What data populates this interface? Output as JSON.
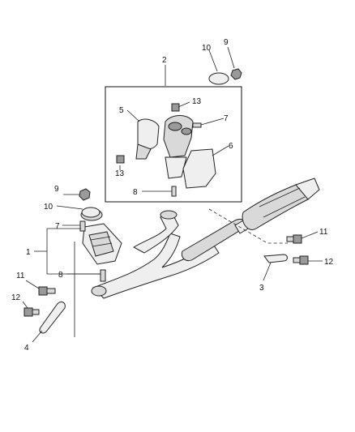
{
  "callouts": {
    "c2": "2",
    "c10_top": "10",
    "c9_top": "9",
    "c5": "5",
    "c13_top": "13",
    "c7_top": "7",
    "c6": "6",
    "c13_bottom": "13",
    "c8_top": "8",
    "c9_left": "9",
    "c10_left": "10",
    "c7_left": "7",
    "c1": "1",
    "c8_left": "8",
    "c11_left": "11",
    "c12_left": "12",
    "c4": "4",
    "c11_right": "11",
    "c12_right": "12",
    "c3": "3"
  }
}
